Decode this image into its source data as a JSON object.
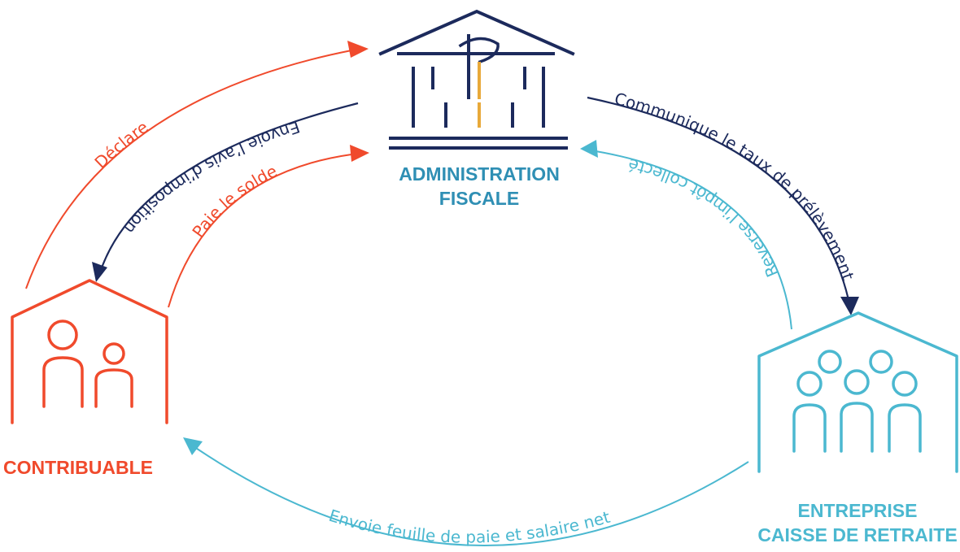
{
  "colors": {
    "red": "#f04a2c",
    "navy": "#1c2a5c",
    "blue": "#2f8fb4",
    "light_blue": "#4bb8d0",
    "gold": "#e8a93a"
  },
  "nodes": {
    "administration": {
      "line1": "ADMINISTRATION",
      "line2": "FISCALE",
      "icon": "government-building-icon"
    },
    "contribuable": {
      "label": "CONTRIBUABLE",
      "icon": "household-icon"
    },
    "entreprise": {
      "line1": "ENTREPRISE",
      "line2": "CAISSE DE RETRAITE",
      "icon": "group-of-people-icon"
    }
  },
  "flows": {
    "declare": "Déclare",
    "envoie_avis": "Envoie l’avis d’imposition",
    "paie_solde": "Paie le solde",
    "communique_taux": "Communique le taux de prélèvement",
    "reverse_impot": "Reverse l’impôt collecté",
    "envoie_feuille": "Envoie feuille de paie et salaire net"
  }
}
